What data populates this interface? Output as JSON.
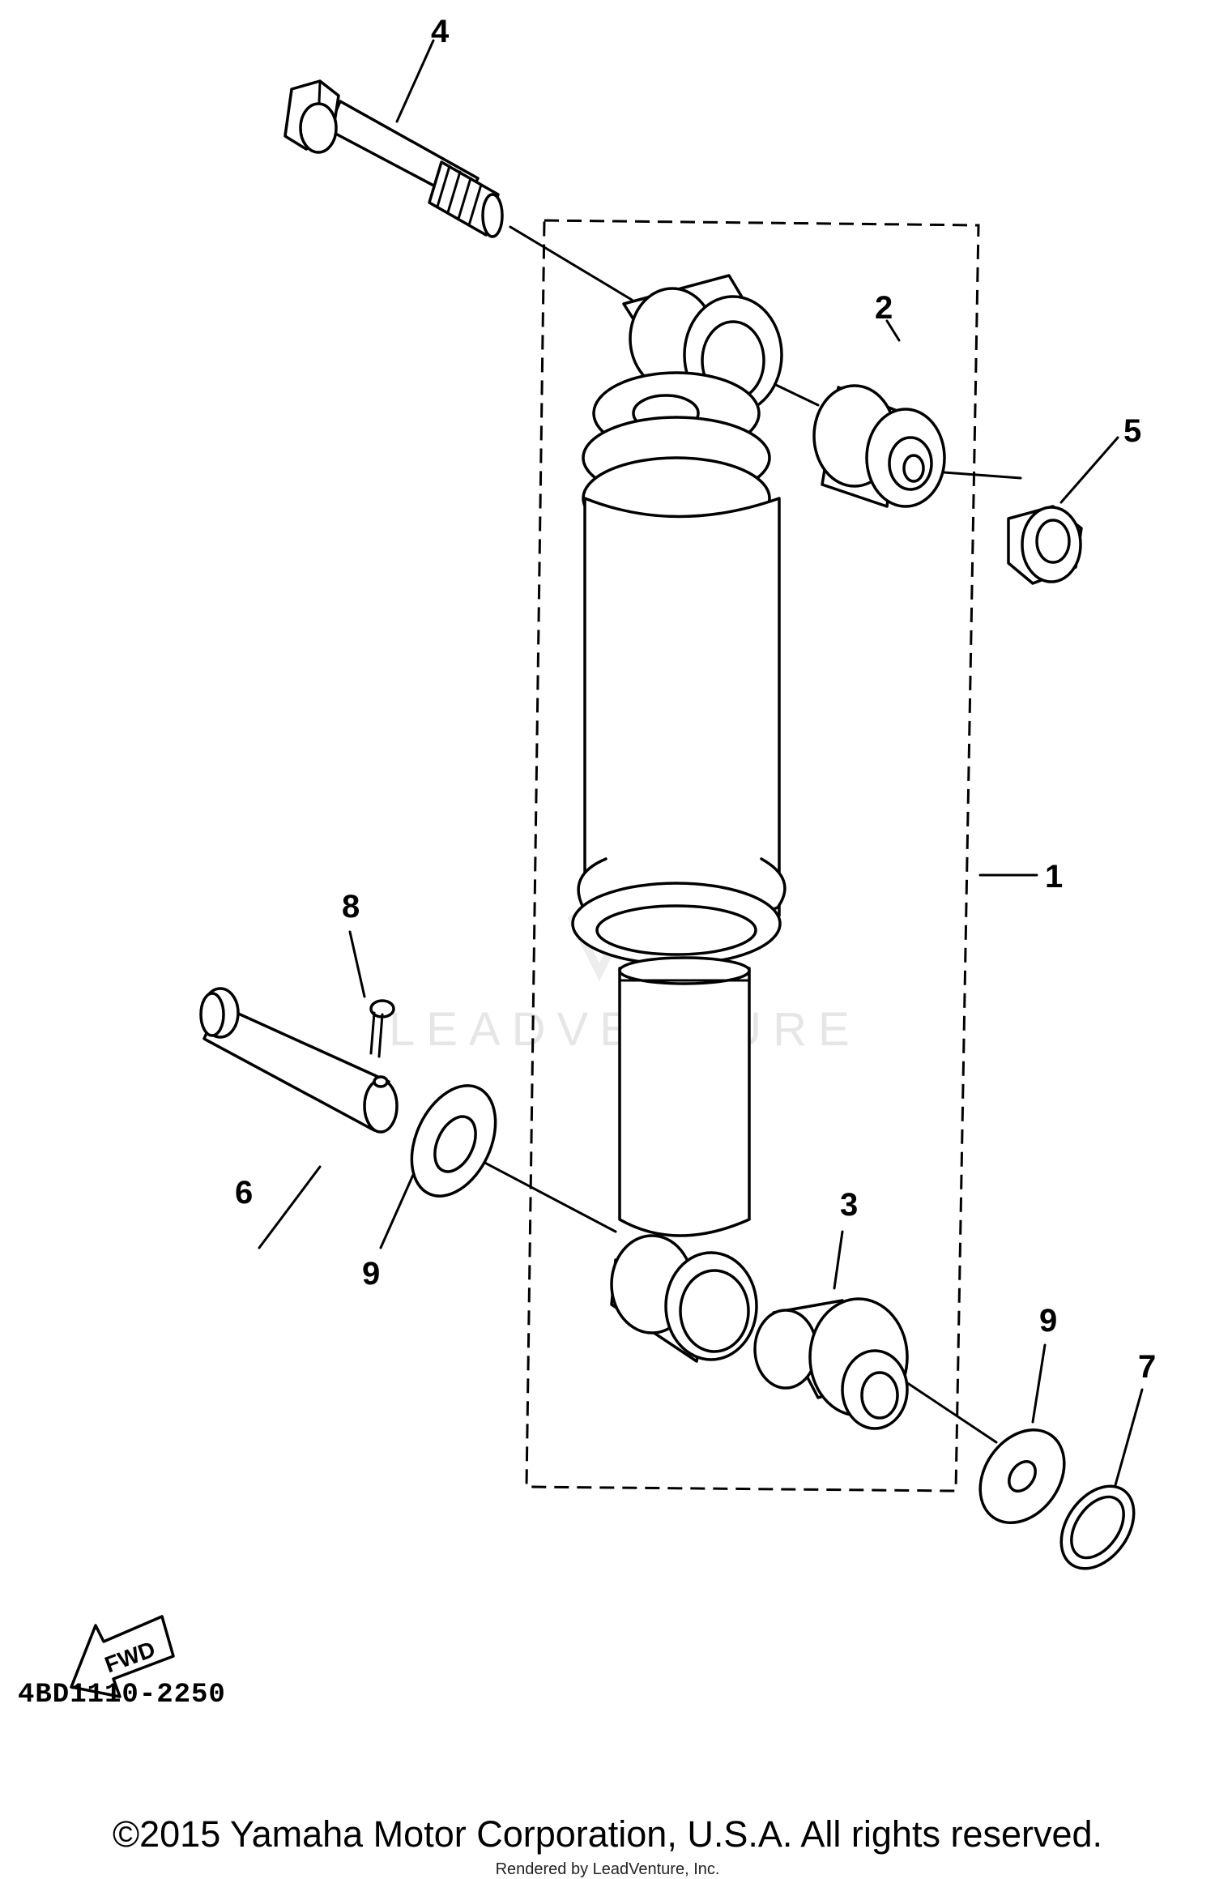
{
  "callouts": {
    "c1": "1",
    "c2": "2",
    "c3": "3",
    "c4": "4",
    "c5": "5",
    "c6": "6",
    "c7": "7",
    "c8": "8",
    "c9a": "9",
    "c9b": "9"
  },
  "fwd_label": "FWD",
  "diagram_code": "4BD1110-2250",
  "watermark": "LEADVENTURE",
  "copyright": "©2015 Yamaha Motor Corporation, U.S.A. All rights reserved.",
  "rendered_by": "Rendered by LeadVenture, Inc."
}
